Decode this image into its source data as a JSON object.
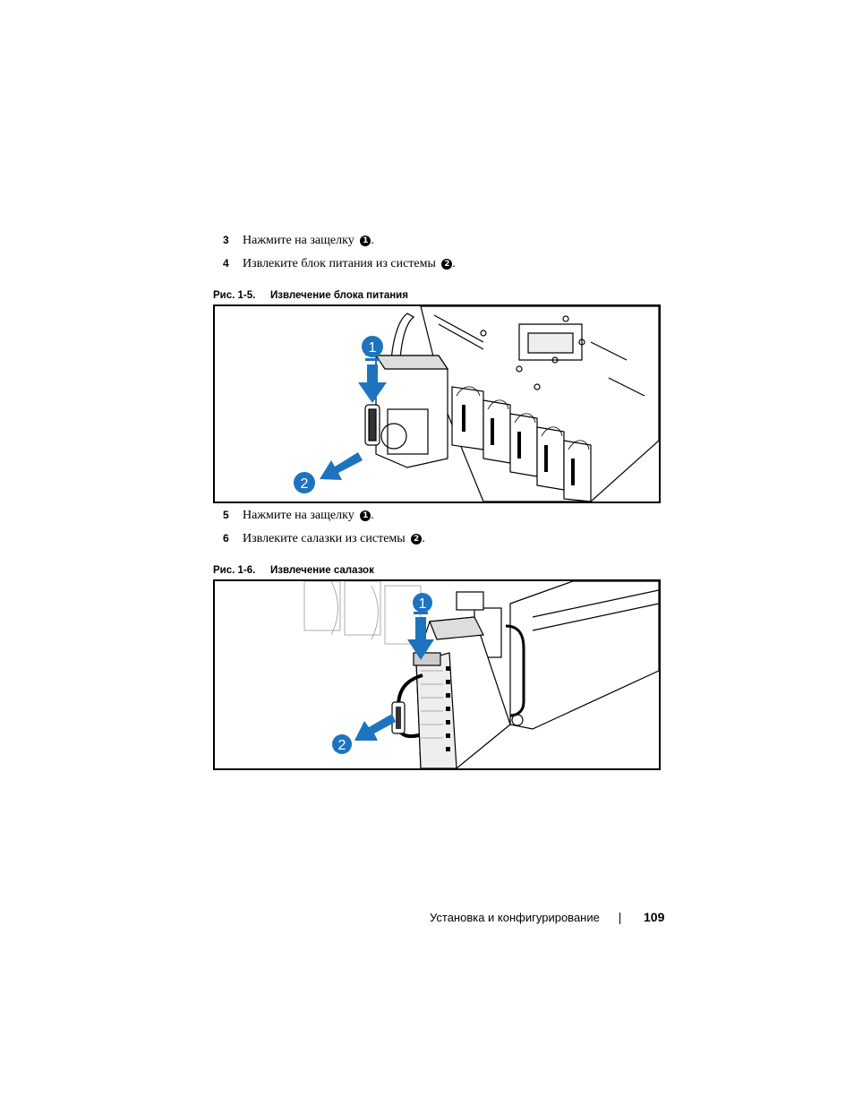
{
  "steps_top": [
    {
      "number": "3",
      "text": "Нажмите на защелку",
      "callout": "1",
      "suffix": "."
    },
    {
      "number": "4",
      "text": "Извлеките блок питания из системы",
      "callout": "2",
      "suffix": "."
    }
  ],
  "figure1": {
    "label": "Рис. 1-5.",
    "title": "Извлечение блока питания",
    "callouts": [
      "1",
      "2"
    ]
  },
  "steps_middle": [
    {
      "number": "5",
      "text": "Нажмите на защелку",
      "callout": "1",
      "suffix": "."
    },
    {
      "number": "6",
      "text": "Извлеките салазки из системы",
      "callout": "2",
      "suffix": "."
    }
  ],
  "figure2": {
    "label": "Рис. 1-6.",
    "title": "Извлечение салазок",
    "callouts": [
      "1",
      "2"
    ]
  },
  "footer": {
    "section_title": "Установка и конфигурирование",
    "page_number": "109"
  },
  "colors": {
    "callout_blue": "#1e73be",
    "line_art": "#000000",
    "shade": "#d9d9d9"
  }
}
